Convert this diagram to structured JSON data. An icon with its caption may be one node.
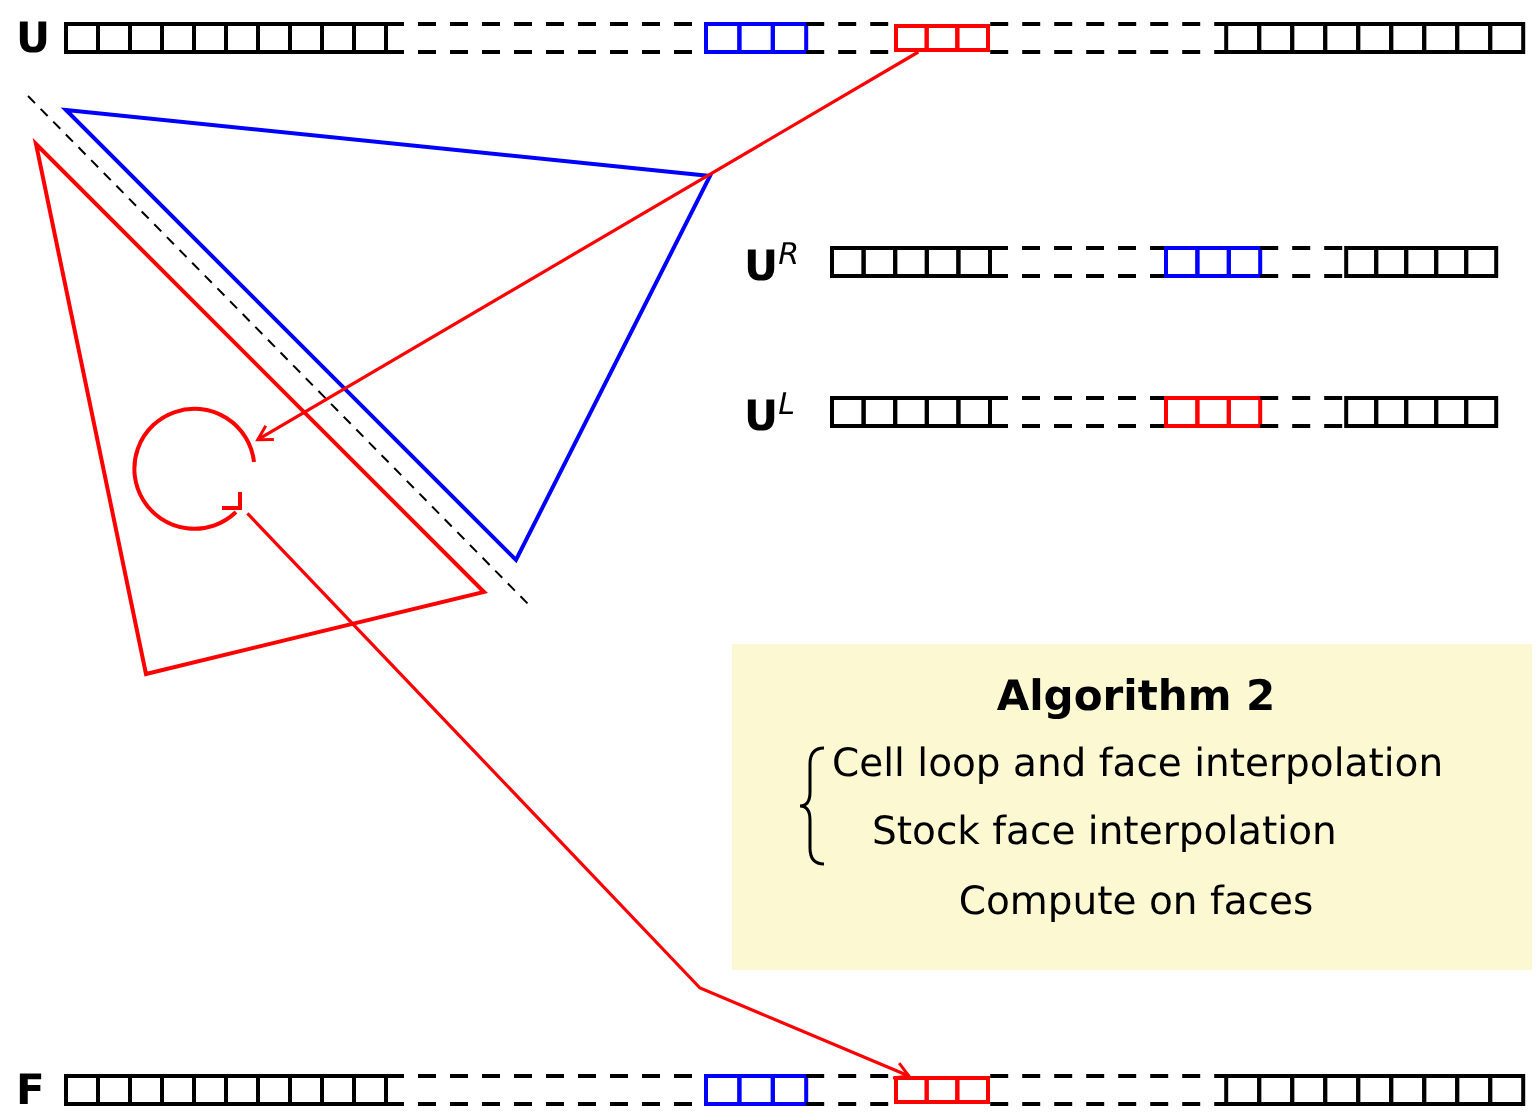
{
  "diagram": {
    "nodes": [
      {
        "text": [
          "U"
        ]
      },
      {
        "text": [],
        "shape": "bar",
        "in": 0
      },
      {
        "text": [],
        "shape": "circle"
      },
      {
        "text": [
          "U$^{R}$"
        ]
      },
      {
        "text": [
          "U$^{L}$"
        ]
      },
      {
        "text": [
          "Algorithm 2",
          "Cell loop and face interpolation",
          "Stock face interpolation",
          "Compute on faces"
        ]
      },
      {
        "text": [
          "F"
        ]
      },
      {
        "text": [],
        "shape": "bar",
        "in": 6
      }
    ],
    "edges": [
      {
        "from": 1,
        "to": 2,
        "arrow": "to"
      },
      {
        "from": 2,
        "to": 7,
        "arrow": "to"
      }
    ]
  }
}
